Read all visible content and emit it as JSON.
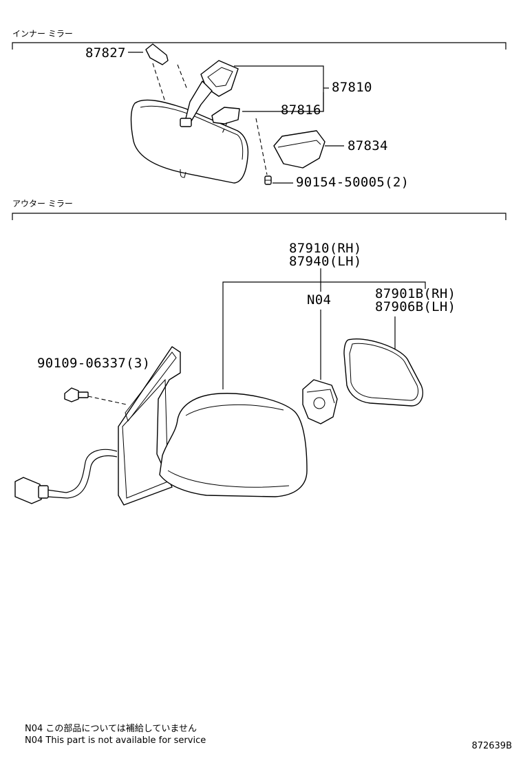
{
  "sections": {
    "inner_title": "インナー ミラー",
    "outer_title": "アウター ミラー"
  },
  "parts": {
    "p87827": "87827",
    "p87810": "87810",
    "p87816": "87816",
    "p87834": "87834",
    "p90154": "90154-50005(2)",
    "p87910": "87910(RH)",
    "p87940": "87940(LH)",
    "n04": "N04",
    "p87901b": "87901B(RH)",
    "p87906b": "87906B(LH)",
    "p90109": "90109-06337(3)"
  },
  "notes": {
    "jp": "N04 この部品については補給していません",
    "en": "N04 This part is not available for service"
  },
  "diagram_code": "872639B"
}
